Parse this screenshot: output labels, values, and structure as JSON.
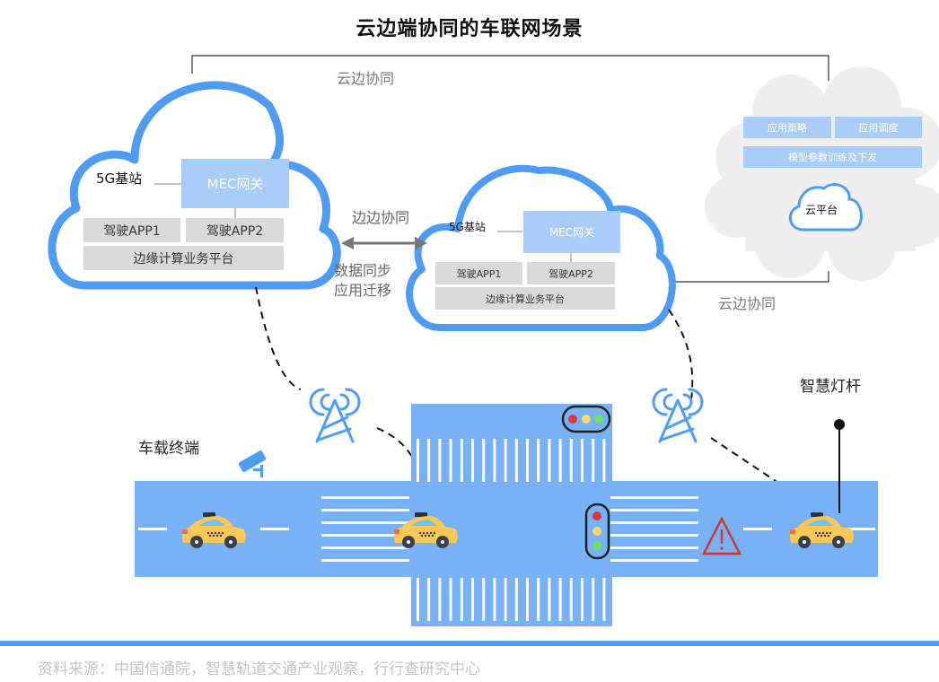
{
  "title": "云边端协同的车联网场景",
  "links": {
    "cloud_edge_top": "云边协同",
    "cloud_edge_bottom": "云边协同",
    "edge_edge": "边边协同",
    "data_sync": "数据同步",
    "app_migrate": "应用迁移"
  },
  "edge_cloud_1": {
    "base_station": "5G基站",
    "mec": "MEC网关",
    "app1": "驾驶APP1",
    "app2": "驾驶APP2",
    "platform": "边缘计算业务平台"
  },
  "edge_cloud_2": {
    "base_station": "5G基站",
    "mec": "MEC网关",
    "app1": "驾驶APP1",
    "app2": "驾驶APP2",
    "platform": "边缘计算业务平台"
  },
  "cloud_platform": {
    "policy": "应用策略",
    "schedule": "应用调度",
    "training": "模型参数训练及下发",
    "name": "云平台"
  },
  "terminal_label": "车载终端",
  "smart_pole_label": "智慧灯杆",
  "source": "资料来源：中国信通院，智慧轨道交通产业观察，行行查研究中心",
  "colors": {
    "accent_blue": "#4f9cf4",
    "road_blue": "#78b1f6",
    "mec_blue": "#a8cdf9",
    "gray_box": "#d9d9d9",
    "cloud_gray": "#efefef",
    "taxi_yellow": "#f8c957",
    "light_red": "#e0363e",
    "light_yellow": "#f7d86a",
    "light_green": "#6fe06a",
    "warning_red": "#cc3b32"
  }
}
